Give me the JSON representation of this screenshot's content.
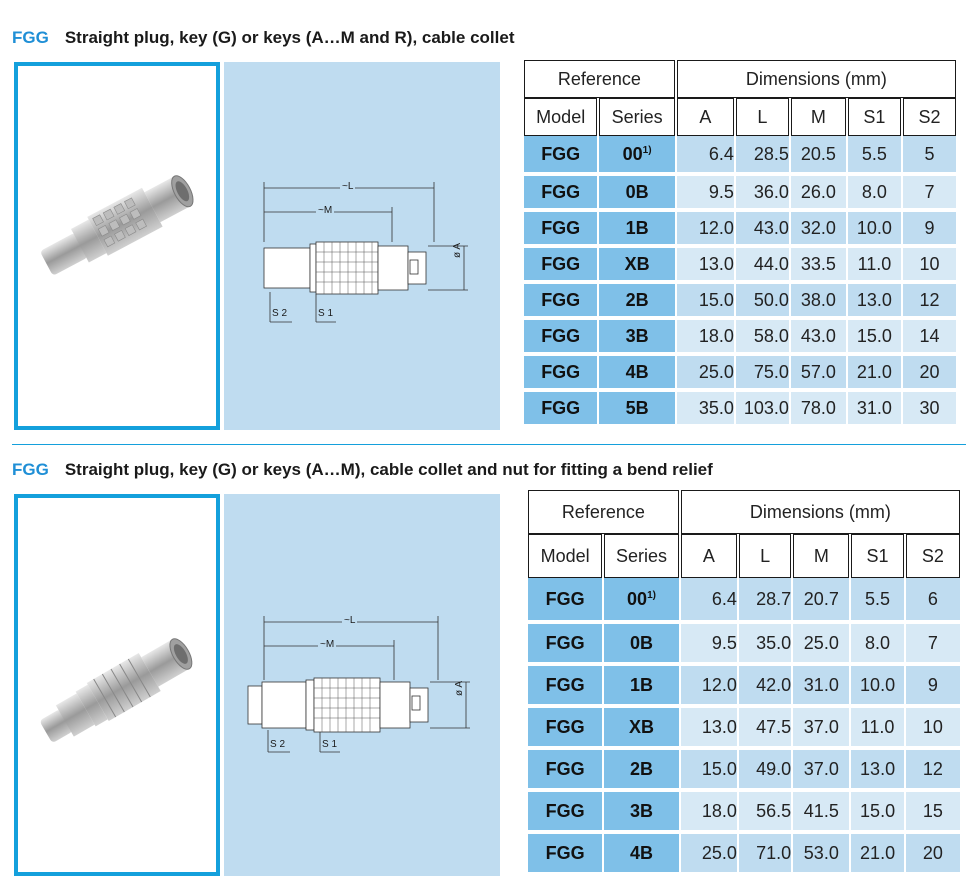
{
  "sections": [
    {
      "code": "FGG",
      "title": "Straight plug, key (G) or keys (A…M and R), cable collet",
      "table": {
        "group_reference": "Reference",
        "group_dimensions": "Dimensions (mm)",
        "columns": [
          "Model",
          "Series",
          "A",
          "L",
          "M",
          "S1",
          "S2"
        ],
        "rows": [
          [
            "FGG",
            "00",
            "6.4",
            "28.5",
            "20.5",
            "5.5",
            "5"
          ],
          [
            "FGG",
            "0B",
            "9.5",
            "36.0",
            "26.0",
            "8.0",
            "7"
          ],
          [
            "FGG",
            "1B",
            "12.0",
            "43.0",
            "32.0",
            "10.0",
            "9"
          ],
          [
            "FGG",
            "XB",
            "13.0",
            "44.0",
            "33.5",
            "11.0",
            "10"
          ],
          [
            "FGG",
            "2B",
            "15.0",
            "50.0",
            "38.0",
            "13.0",
            "12"
          ],
          [
            "FGG",
            "3B",
            "18.0",
            "58.0",
            "43.0",
            "15.0",
            "14"
          ],
          [
            "FGG",
            "4B",
            "25.0",
            "75.0",
            "57.0",
            "21.0",
            "20"
          ],
          [
            "FGG",
            "5B",
            "35.0",
            "103.0",
            "78.0",
            "31.0",
            "30"
          ]
        ],
        "footnote_mark": "1)"
      },
      "drawing": {
        "l": "~L",
        "m": "~M",
        "a": "ø A",
        "s2": "S 2",
        "s1": "S 1"
      }
    },
    {
      "code": "FGG",
      "title": "Straight plug, key (G) or keys (A…M), cable collet and nut for fitting a bend relief",
      "table": {
        "group_reference": "Reference",
        "group_dimensions": "Dimensions (mm)",
        "columns": [
          "Model",
          "Series",
          "A",
          "L",
          "M",
          "S1",
          "S2"
        ],
        "rows": [
          [
            "FGG",
            "00",
            "6.4",
            "28.7",
            "20.7",
            "5.5",
            "6"
          ],
          [
            "FGG",
            "0B",
            "9.5",
            "35.0",
            "25.0",
            "8.0",
            "7"
          ],
          [
            "FGG",
            "1B",
            "12.0",
            "42.0",
            "31.0",
            "10.0",
            "9"
          ],
          [
            "FGG",
            "XB",
            "13.0",
            "47.5",
            "37.0",
            "11.0",
            "10"
          ],
          [
            "FGG",
            "2B",
            "15.0",
            "49.0",
            "37.0",
            "13.0",
            "12"
          ],
          [
            "FGG",
            "3B",
            "18.0",
            "56.5",
            "41.5",
            "15.0",
            "15"
          ],
          [
            "FGG",
            "4B",
            "25.0",
            "71.0",
            "53.0",
            "21.0",
            "20"
          ]
        ],
        "footnote_mark": "1)"
      },
      "drawing": {
        "l": "~L",
        "m": "~M",
        "a": "ø A",
        "s2": "S 2",
        "s1": "S 1"
      }
    }
  ],
  "colors": {
    "accent": "#14a0dc",
    "title_code": "#1f8fd6",
    "light_blue": "#bfdcf0",
    "mid_blue": "#7fc0e8"
  }
}
